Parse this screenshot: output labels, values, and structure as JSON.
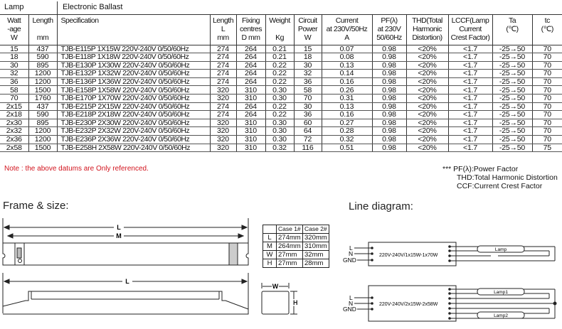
{
  "header": {
    "lamp": "Lamp",
    "electronic_ballast": "Electronic Ballast"
  },
  "columns": [
    [
      "Watt",
      "-age",
      "W"
    ],
    [
      "Length",
      "",
      "mm"
    ],
    [
      "Specification",
      "",
      ""
    ],
    [
      "Length",
      "L",
      "mm"
    ],
    [
      "Fixing",
      "centres",
      "D  mm"
    ],
    [
      "Weight",
      "",
      "Kg"
    ],
    [
      "Circuit",
      "Power",
      "W"
    ],
    [
      "Current",
      "at 230V/50Hz",
      "A"
    ],
    [
      "PF(λ)",
      "at 230V",
      "50/60Hz"
    ],
    [
      "THD(Total",
      "Harmonic",
      "Distortion)"
    ],
    [
      "LCCF(Lamp",
      "Current",
      "Crest Factor)"
    ],
    [
      "Ta",
      "(℃)",
      ""
    ],
    [
      "tc",
      "(℃)",
      ""
    ]
  ],
  "rows": [
    [
      "15",
      "437",
      "TJB-E115P 1X15W 220V-240V 0/50/60Hz",
      "274",
      "264",
      "0.21",
      "15",
      "0.07",
      "0.98",
      "<20%",
      "<1.7",
      "-25→50",
      "70"
    ],
    [
      "18",
      "590",
      "TJB-E118P 1X18W 220V-240V 0/50/60Hz",
      "274",
      "264",
      "0.21",
      "18",
      "0.08",
      "0.98",
      "<20%",
      "<1.7",
      "-25→50",
      "70"
    ],
    [
      "30",
      "895",
      "TJB-E130P 1X30W 220V-240V 0/50/60Hz",
      "274",
      "264",
      "0.22",
      "30",
      "0.13",
      "0.98",
      "<20%",
      "<1.7",
      "-25→50",
      "70"
    ],
    [
      "32",
      "1200",
      "TJB-E132P 1X32W 220V-240V 0/50/60Hz",
      "274",
      "264",
      "0.22",
      "32",
      "0.14",
      "0.98",
      "<20%",
      "<1.7",
      "-25→50",
      "70"
    ],
    [
      "36",
      "1200",
      "TJB-E136P 1X36W 220V-240V 0/50/60Hz",
      "274",
      "264",
      "0.22",
      "36",
      "0.16",
      "0.98",
      "<20%",
      "<1.7",
      "-25→50",
      "70"
    ],
    [
      "58",
      "1500",
      "TJB-E158P 1X58W 220V-240V 0/50/60Hz",
      "320",
      "310",
      "0.30",
      "58",
      "0.26",
      "0.98",
      "<20%",
      "<1.7",
      "-25→50",
      "70"
    ],
    [
      "70",
      "1760",
      "TJB-E170P 1X70W 220V-240V 0/50/60Hz",
      "320",
      "310",
      "0.30",
      "70",
      "0.31",
      "0.98",
      "<20%",
      "<1.7",
      "-25→50",
      "70"
    ],
    [
      "2x15",
      "437",
      "TJB-E215P 2X15W 220V-240V 0/50/60Hz",
      "274",
      "264",
      "0.22",
      "30",
      "0.13",
      "0.98",
      "<20%",
      "<1.7",
      "-25→50",
      "70"
    ],
    [
      "2x18",
      "590",
      "TJB-E218P 2X18W 220V-240V 0/50/60Hz",
      "274",
      "264",
      "0.22",
      "36",
      "0.16",
      "0.98",
      "<20%",
      "<1.7",
      "-25→50",
      "70"
    ],
    [
      "2x30",
      "895",
      "TJB-E230P 2X30W 220V-240V 0/50/60Hz",
      "320",
      "310",
      "0.30",
      "60",
      "0.27",
      "0.98",
      "<20%",
      "<1.7",
      "-25→50",
      "70"
    ],
    [
      "2x32",
      "1200",
      "TJB-E232P 2X32W 220V-240V 0/50/60Hz",
      "320",
      "310",
      "0.30",
      "64",
      "0.28",
      "0.98",
      "<20%",
      "<1.7",
      "-25→50",
      "70"
    ],
    [
      "2x36",
      "1200",
      "TJB-E236P 2X36W 220V-240V 0/50/60Hz",
      "320",
      "310",
      "0.30",
      "72",
      "0.32",
      "0.98",
      "<20%",
      "<1.7",
      "-25→50",
      "70"
    ],
    [
      "2x58",
      "1500",
      "TJB-E258H 2X58W 220V-240V 0/50/60Hz",
      "320",
      "310",
      "0.32",
      "116",
      "0.51",
      "0.98",
      "<20%",
      "<1.7",
      "-25→50",
      "75"
    ]
  ],
  "note": "Note : the above datums are Only referenced.",
  "footnotes": [
    "*** PF(λ):Power Factor",
    "THD:Total Harmonic Distortion",
    "CCF:Current Crest Factor"
  ],
  "frame": {
    "title": "Frame & size:",
    "dim_L": "L",
    "dim_M": "M",
    "dim_W": "W",
    "dim_H": "H",
    "size_table": {
      "headers": [
        "",
        "Case 1#",
        "Case 2#"
      ],
      "rows": [
        [
          "L",
          "274mm",
          "320mm"
        ],
        [
          "M",
          "264mm",
          "310mm"
        ],
        [
          "W",
          "27mm",
          "32mm"
        ],
        [
          "H",
          "27mm",
          "28mm"
        ]
      ]
    }
  },
  "line_diagram": {
    "title": "Line diagram:",
    "inputs": [
      "L",
      "N",
      "GND"
    ],
    "single": {
      "label": "220V-240V/1x15W-1x70W",
      "lamp": "Lamp"
    },
    "double": {
      "label": "220V-240V/2x15W-2x58W",
      "lamp1": "Lamp1",
      "lamp2": "Lamp2"
    }
  }
}
